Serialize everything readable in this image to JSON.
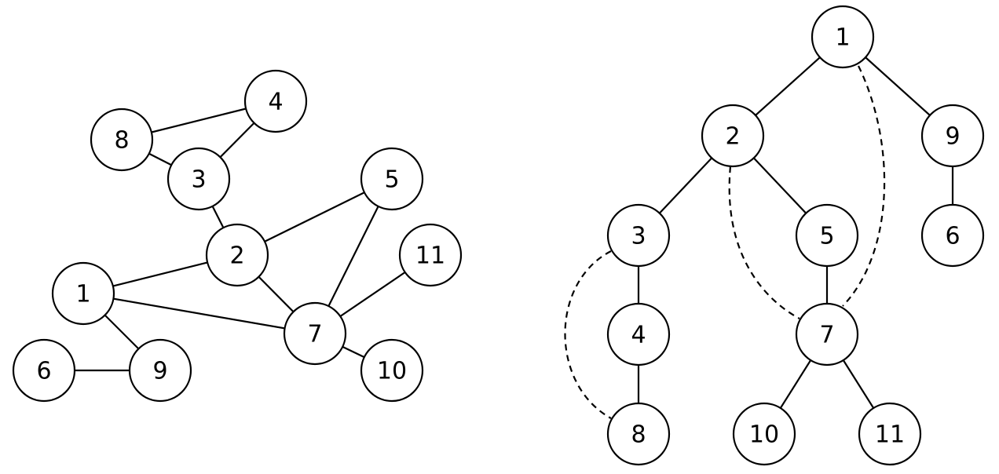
{
  "graph": {
    "nodes": [
      {
        "id": "1",
        "label": "1"
      },
      {
        "id": "2",
        "label": "2"
      },
      {
        "id": "3",
        "label": "3"
      },
      {
        "id": "4",
        "label": "4"
      },
      {
        "id": "5",
        "label": "5"
      },
      {
        "id": "6",
        "label": "6"
      },
      {
        "id": "7",
        "label": "7"
      },
      {
        "id": "8",
        "label": "8"
      },
      {
        "id": "9",
        "label": "9"
      },
      {
        "id": "10",
        "label": "10"
      },
      {
        "id": "11",
        "label": "11"
      }
    ],
    "edges": [
      [
        "8",
        "4"
      ],
      [
        "8",
        "3"
      ],
      [
        "4",
        "3"
      ],
      [
        "3",
        "2"
      ],
      [
        "2",
        "5"
      ],
      [
        "2",
        "1"
      ],
      [
        "2",
        "7"
      ],
      [
        "5",
        "7"
      ],
      [
        "11",
        "7"
      ],
      [
        "1",
        "7"
      ],
      [
        "1",
        "9"
      ],
      [
        "6",
        "9"
      ],
      [
        "7",
        "10"
      ]
    ]
  },
  "tree": {
    "nodes": [
      {
        "id": "1",
        "label": "1"
      },
      {
        "id": "2",
        "label": "2"
      },
      {
        "id": "9",
        "label": "9"
      },
      {
        "id": "3",
        "label": "3"
      },
      {
        "id": "5",
        "label": "5"
      },
      {
        "id": "6",
        "label": "6"
      },
      {
        "id": "4",
        "label": "4"
      },
      {
        "id": "7",
        "label": "7"
      },
      {
        "id": "8",
        "label": "8"
      },
      {
        "id": "10",
        "label": "10"
      },
      {
        "id": "11",
        "label": "11"
      }
    ],
    "tree_edges": [
      [
        "1",
        "2"
      ],
      [
        "1",
        "9"
      ],
      [
        "2",
        "3"
      ],
      [
        "2",
        "5"
      ],
      [
        "9",
        "6"
      ],
      [
        "3",
        "4"
      ],
      [
        "5",
        "7"
      ],
      [
        "4",
        "8"
      ],
      [
        "7",
        "10"
      ],
      [
        "7",
        "11"
      ]
    ],
    "back_edges": [
      [
        "1",
        "7"
      ],
      [
        "2",
        "7"
      ],
      [
        "3",
        "8"
      ]
    ]
  }
}
